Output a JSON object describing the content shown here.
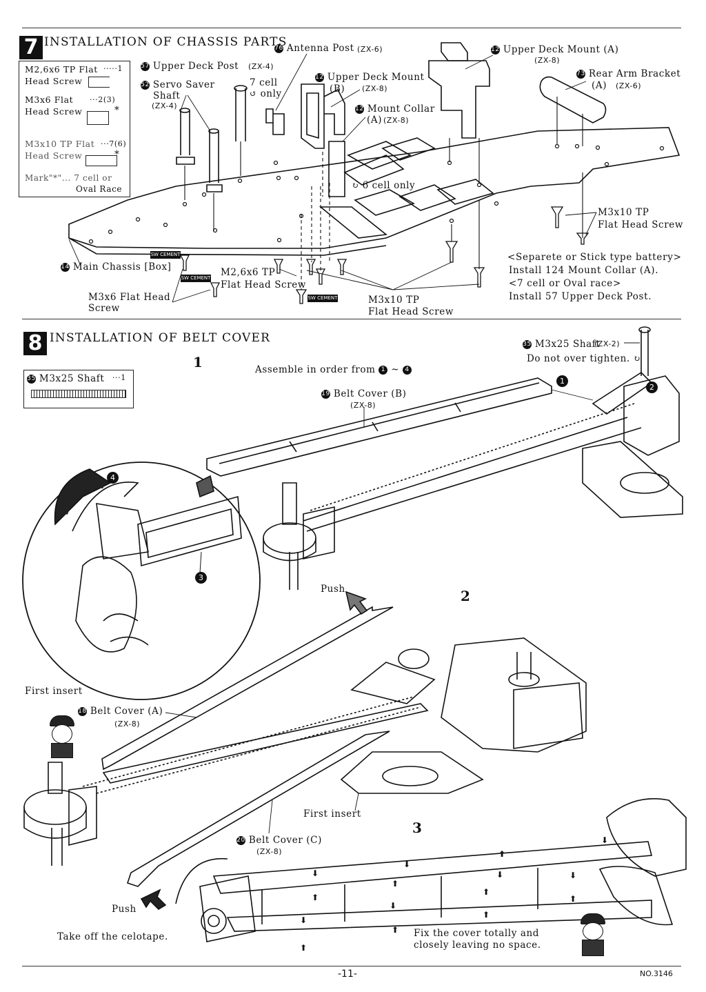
{
  "page": {
    "number": "-11-",
    "doc_number": "NO.3146"
  },
  "section7": {
    "step": "7",
    "title": "INSTALLATION OF CHASSIS PARTS",
    "parts": [
      {
        "name": "M2,6x6 TP Flat",
        "name2": "Head Screw",
        "qty": "·····1"
      },
      {
        "name": "M3x6 Flat",
        "name2": "Head Screw",
        "qty": "···2(3)",
        "mark": "*"
      },
      {
        "name": "M3x10 TP Flat",
        "name2": "Head Screw",
        "qty": "···7(6)",
        "mark": "*"
      }
    ],
    "parts_note_1": "Mark\"*\"... 7 cell or",
    "parts_note_2": "Oval Race",
    "labels": {
      "antenna_post": "Antenna Post",
      "antenna_post_code": "(ZX-6)",
      "upper_deck_mount_a": "Upper Deck Mount (A)",
      "upper_deck_mount_a_code": "(ZX-8)",
      "upper_deck_post": "Upper Deck Post",
      "upper_deck_post_code": "(ZX-4)",
      "servo_saver_1": "Servo Saver",
      "servo_saver_2": "Shaft",
      "servo_saver_code": "(ZX-4)",
      "seven_cell": "7 cell",
      "only": "only",
      "upper_deck_mount_b_1": "Upper Deck Mount",
      "upper_deck_mount_b_2": "(B)",
      "upper_deck_mount_b_code": "(ZX-8)",
      "mount_collar": "Mount Collar",
      "mount_collar_2": "(A)",
      "mount_collar_code": "(ZX-8)",
      "rear_arm_bracket": "Rear Arm Bracket",
      "rear_arm_bracket_2": "(A)",
      "rear_arm_bracket_code": "(ZX-6)",
      "six_cell": "6 cell only",
      "m3x10_right_1": "M3x10 TP",
      "m3x10_right_2": "Flat Head Screw",
      "main_chassis": "Main Chassis [Box]",
      "m26_1": "M2,6x6 TP",
      "m26_2": "Flat Head Screw",
      "m3x6_1": "M3x6 Flat Head",
      "m3x6_2": "Screw",
      "m3x10_bottom_1": "M3x10 TP",
      "m3x10_bottom_2": "Flat Head Screw",
      "cement": "SW CEMENT"
    },
    "notes": [
      "<Separete or Stick type battery>",
      "Install 124 Mount Collar (A).",
      "<7 cell or Oval race>",
      "Install 57 Upper Deck Post."
    ]
  },
  "section8": {
    "step": "8",
    "title": "INSTALLATION OF BELT COVER",
    "part": {
      "name": "M3x25 Shaft",
      "qty": "···1"
    },
    "sub1": "1",
    "sub2": "2",
    "sub3": "3",
    "assemble": "Assemble in order from",
    "belt_cover_b": "Belt Cover (B)",
    "belt_cover_b_code": "(ZX-8)",
    "shaft_label": "M3x25 Shaft",
    "shaft_code": "(ZX-2)",
    "do_not": "Do not over tighten.",
    "push_top": "Push",
    "first_insert_left": "First insert",
    "belt_cover_a": "Belt Cover (A)",
    "belt_cover_a_code": "(ZX-8)",
    "first_insert_mid": "First insert",
    "belt_cover_c": "Belt Cover (C)",
    "belt_cover_c_code": "(ZX-8)",
    "push_bottom": "Push",
    "take_off": "Take off the celotape.",
    "fix_1": "Fix the cover totally and",
    "fix_2": "closely leaving no space."
  }
}
